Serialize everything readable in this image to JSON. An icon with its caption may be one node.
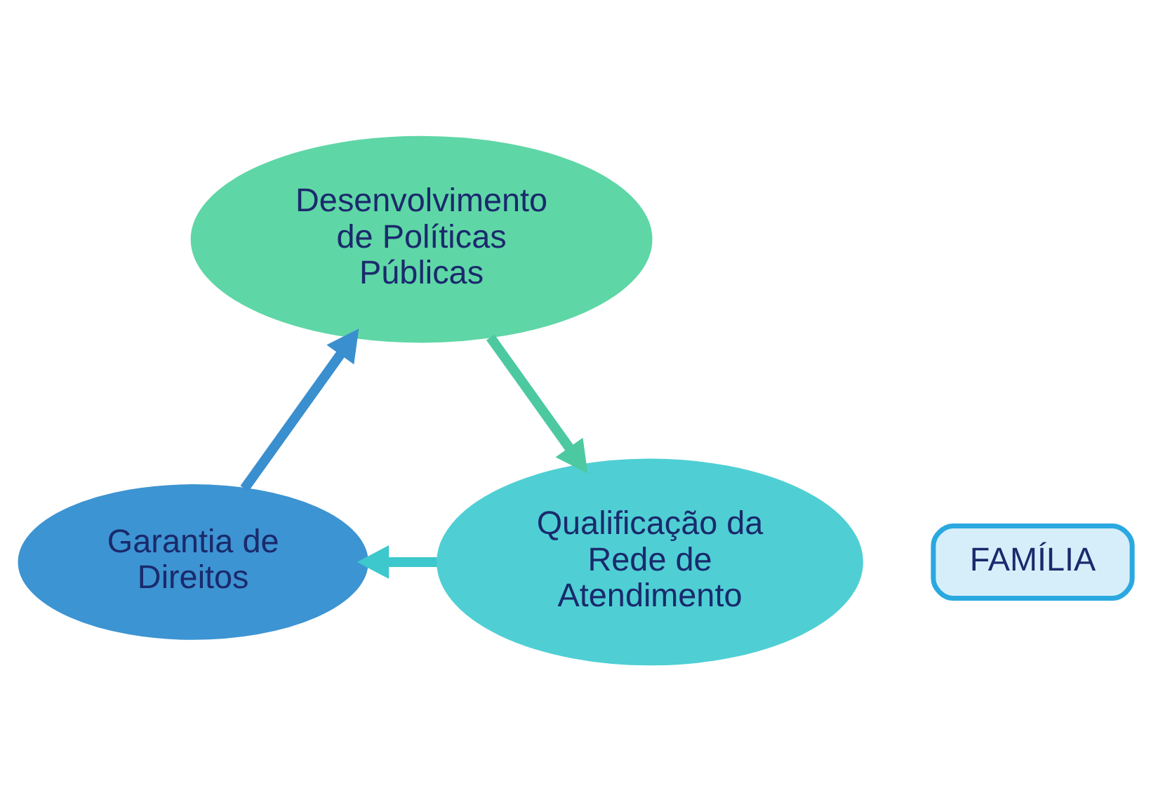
{
  "diagram": {
    "nodes": [
      {
        "text": [
          "Desenvolvimento de Políticas Públicas"
        ]
      },
      {
        "text": [
          "Qualificação da Rede de Atendimento"
        ]
      },
      {
        "text": [
          "Garantia de Direitos"
        ]
      },
      {
        "text": [
          "FAMÍLIA"
        ]
      }
    ],
    "edges": [
      {
        "from": 0,
        "to": 1,
        "arrow": "to",
        "color": "#4cc9a0"
      },
      {
        "from": 1,
        "to": 2,
        "arrow": "to",
        "color": "#3cc8cc"
      },
      {
        "from": 2,
        "to": 0,
        "arrow": "to",
        "color": "#3a8fcf"
      }
    ]
  }
}
